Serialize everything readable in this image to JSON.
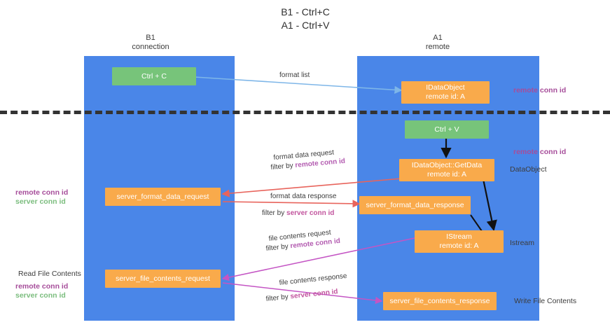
{
  "title": "B1 - Ctrl+C\nA1 - Ctrl+V",
  "lanes": [
    {
      "id": "b1",
      "title": "B1\nconnection"
    },
    {
      "id": "a1",
      "title": "A1\nremote"
    }
  ],
  "boxes": {
    "ctrl_c": {
      "line1": "Ctrl + C",
      "line2": ""
    },
    "ctrl_v": {
      "line1": "Ctrl + V",
      "line2": ""
    },
    "idataobject": {
      "line1": "IDataObject",
      "line2": "remote id: A"
    },
    "getdata": {
      "line1": "IDataObject::GetData",
      "line2": "remote id: A"
    },
    "istream": {
      "line1": "IStream",
      "line2": "remote id: A"
    },
    "server_format_data_request": {
      "line1": "server_format_data_request",
      "line2": ""
    },
    "server_format_data_response": {
      "line1": "server_format_data_response",
      "line2": ""
    },
    "server_file_contents_request": {
      "line1": "server_file_contents_request",
      "line2": ""
    },
    "server_file_contents_response": {
      "line1": "server_file_contents_response",
      "line2": ""
    }
  },
  "connection_labels": {
    "format_list": "format list",
    "format_data_request": "format data request",
    "format_data_request_filter_prefix": "filter by ",
    "format_data_request_filter_key": "remote conn id",
    "format_data_response": "format data response",
    "format_data_response_filter_prefix": "filter by ",
    "format_data_response_filter_key": "server conn id",
    "file_contents_request": "file contents request",
    "file_contents_request_filter_prefix": "filter by ",
    "file_contents_request_filter_key": "remote conn id",
    "file_contents_response": "file contents response",
    "file_contents_response_filter_prefix": "filter by ",
    "file_contents_response_filter_key": "server conn id"
  },
  "side_labels": {
    "right_remote_conn_id_top": "remote conn id",
    "right_remote_conn_id_mid": "remote conn id",
    "right_dataobject": "DataObject",
    "right_istream": "Istream",
    "right_write_file_contents": "Write File Contents",
    "left_remote_conn_id": "remote conn id",
    "left_server_conn_id": "server conn id",
    "left_read_file_contents": "Read File Contents",
    "left_remote_conn_id_2": "remote conn id",
    "left_server_conn_id_2": "server conn id"
  },
  "colors": {
    "lane": "#4a86e8",
    "green_box": "#6aa84f",
    "orange_box": "#f9aa4b",
    "purple_text": "#b35bb0",
    "green_text": "#7bbd7e",
    "arrow_blue": "#7eb6e8",
    "arrow_red": "#e8645c",
    "arrow_magenta": "#c455c4",
    "arrow_black": "#111111",
    "divider": "#333333"
  }
}
